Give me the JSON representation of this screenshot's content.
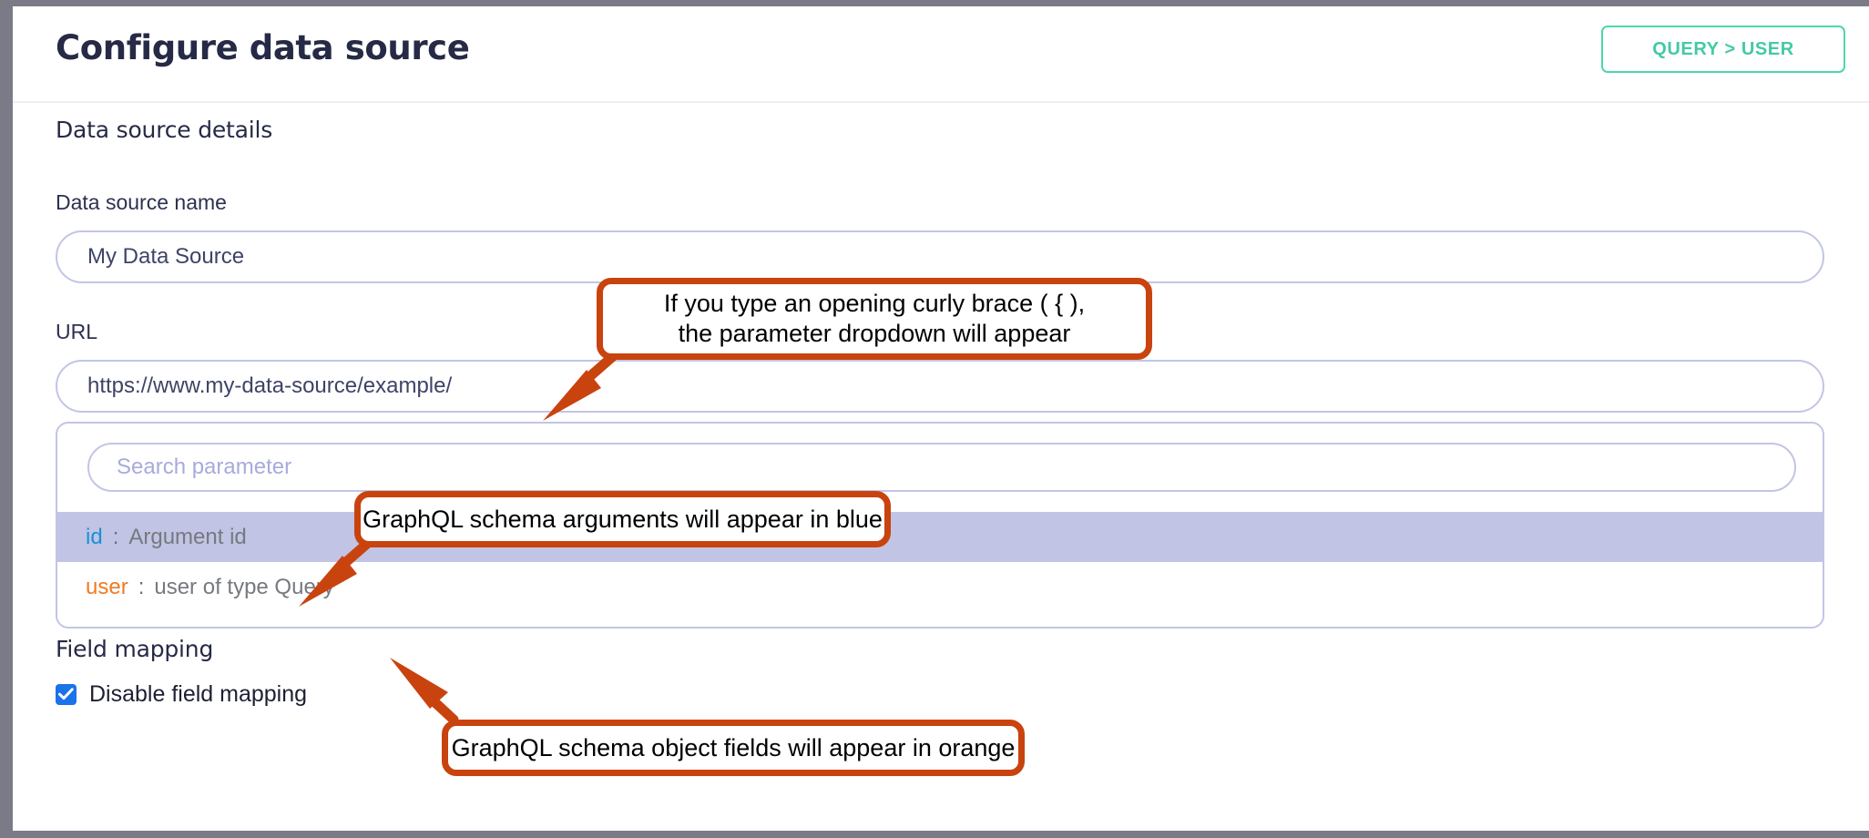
{
  "window": {
    "frame_color": "#7b7b88"
  },
  "header": {
    "title": "Configure data source",
    "query_button_label": "QUERY > USER",
    "accent_color": "#4ed6b0"
  },
  "main": {
    "section_title": "Data source details",
    "fields": [
      {
        "label": "Data source name",
        "value": "My Data Source"
      },
      {
        "label": "URL",
        "value": "https://www.my-data-source/example/"
      }
    ],
    "parameter_dropdown": {
      "search_placeholder": "Search parameter",
      "options": [
        {
          "key": "id",
          "separator": ":",
          "description": "Argument id",
          "key_color": "#1b8fd6",
          "selected": true
        },
        {
          "key": "user",
          "separator": ":",
          "description": "user of type Query",
          "key_color": "#f07a23",
          "selected": false
        }
      ]
    },
    "field_mapping": {
      "section_title": "Field mapping",
      "checkbox_label": "Disable field mapping",
      "checkbox_checked": true,
      "checkbox_color": "#1a73e8"
    }
  },
  "annotations": {
    "color": "#c9430e",
    "callouts": [
      {
        "line1": "If you type an opening curly brace ( { ),",
        "line2": "the parameter dropdown will appear"
      },
      {
        "text": "GraphQL schema arguments will appear in blue"
      },
      {
        "text": "GraphQL schema object fields will appear in orange"
      }
    ]
  }
}
